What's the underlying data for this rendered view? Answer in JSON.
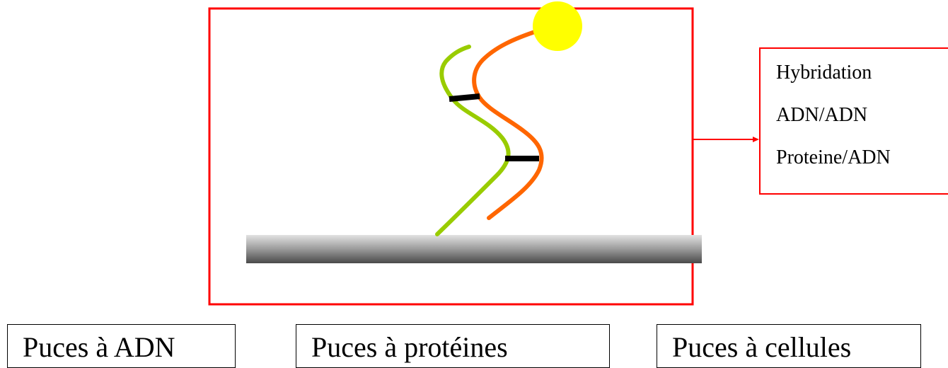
{
  "colors": {
    "frame": "#ff0000",
    "strand_green": "#99cc00",
    "strand_orange": "#ff6600",
    "bond": "#000000",
    "label_sphere": "#ffff00",
    "substrate_dark": "#555555",
    "substrate_light": "#dddddd"
  },
  "info_box": {
    "lines": [
      "Hybridation",
      "ADN/ADN",
      "Proteine/ADN"
    ]
  },
  "chips": [
    {
      "label": "Puces à ADN"
    },
    {
      "label": "Puces à protéines"
    },
    {
      "label": "Puces à cellules"
    }
  ],
  "icons": {
    "probe_strand": "green-strand",
    "target_strand": "orange-strand",
    "label": "yellow-sphere",
    "support": "grey-slide"
  }
}
